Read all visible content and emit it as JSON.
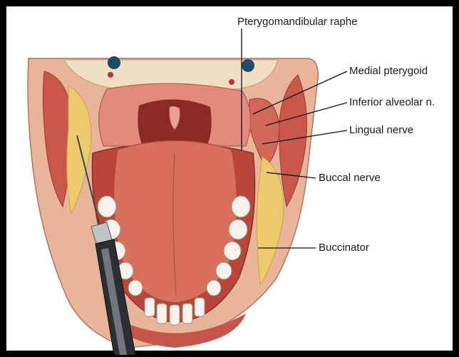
{
  "labels": {
    "pterygomandibular_raphe": "Pterygomandibular raphe",
    "medial_pterygoid": "Medial pterygoid",
    "inferior_alveolar": "Inferior alveolar n.",
    "lingual_nerve": "Lingual nerve",
    "buccal_nerve": "Buccal nerve",
    "buccinator": "Buccinator"
  },
  "colors": {
    "frame": "#000000",
    "background": "#ffffff",
    "skin": "#e8b59a",
    "muscle": "#c9584a",
    "mucosa": "#e48a7a",
    "tongue": "#d9705e",
    "fat": "#eccb6e",
    "bone": "#f1dfc4",
    "teeth": "#f7f3ea",
    "leader": "#111111"
  }
}
